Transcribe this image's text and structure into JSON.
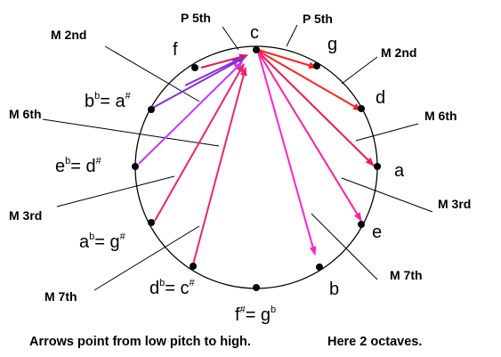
{
  "notes": {
    "c": "c",
    "g": "g",
    "d": "d",
    "a": "a",
    "e": "e",
    "b": "b",
    "fs_gb": {
      "base1": "f",
      "acc1": "#",
      "eq": "= g",
      "acc2": "b"
    },
    "db_cs": {
      "base1": "d",
      "acc1": "b",
      "eq": "= c",
      "acc2": "#"
    },
    "ab_gs": {
      "base1": "a",
      "acc1": "b",
      "eq": "= g",
      "acc2": "#"
    },
    "eb_ds": {
      "base1": "e",
      "acc1": "b",
      "eq": "= d",
      "acc2": "#"
    },
    "bb_as": {
      "base1": "b",
      "acc1": "b",
      "eq": "= a",
      "acc2": "#"
    },
    "f": "f"
  },
  "intervals": {
    "p5_left": "P 5th",
    "p5_right": "P 5th",
    "m2_left": "M  2nd",
    "m2_right": "M  2nd",
    "m6_left": "M 6th",
    "m6_right": "M 6th",
    "m3_left": "M 3rd",
    "m3_right": "M 3rd",
    "m7_left": "M 7th",
    "m7_right": "M 7th"
  },
  "caption": {
    "left": "Arrows point from low pitch to high.",
    "right": "Here 2 octaves."
  },
  "colors": {
    "red": "#ff2020",
    "crimson": "#ee1a4a",
    "magenta_red": "#f0226e",
    "pink": "#ff1fa0",
    "magenta": "#ff22cc",
    "violet": "#cc33ff",
    "purple": "#8a2be2"
  }
}
